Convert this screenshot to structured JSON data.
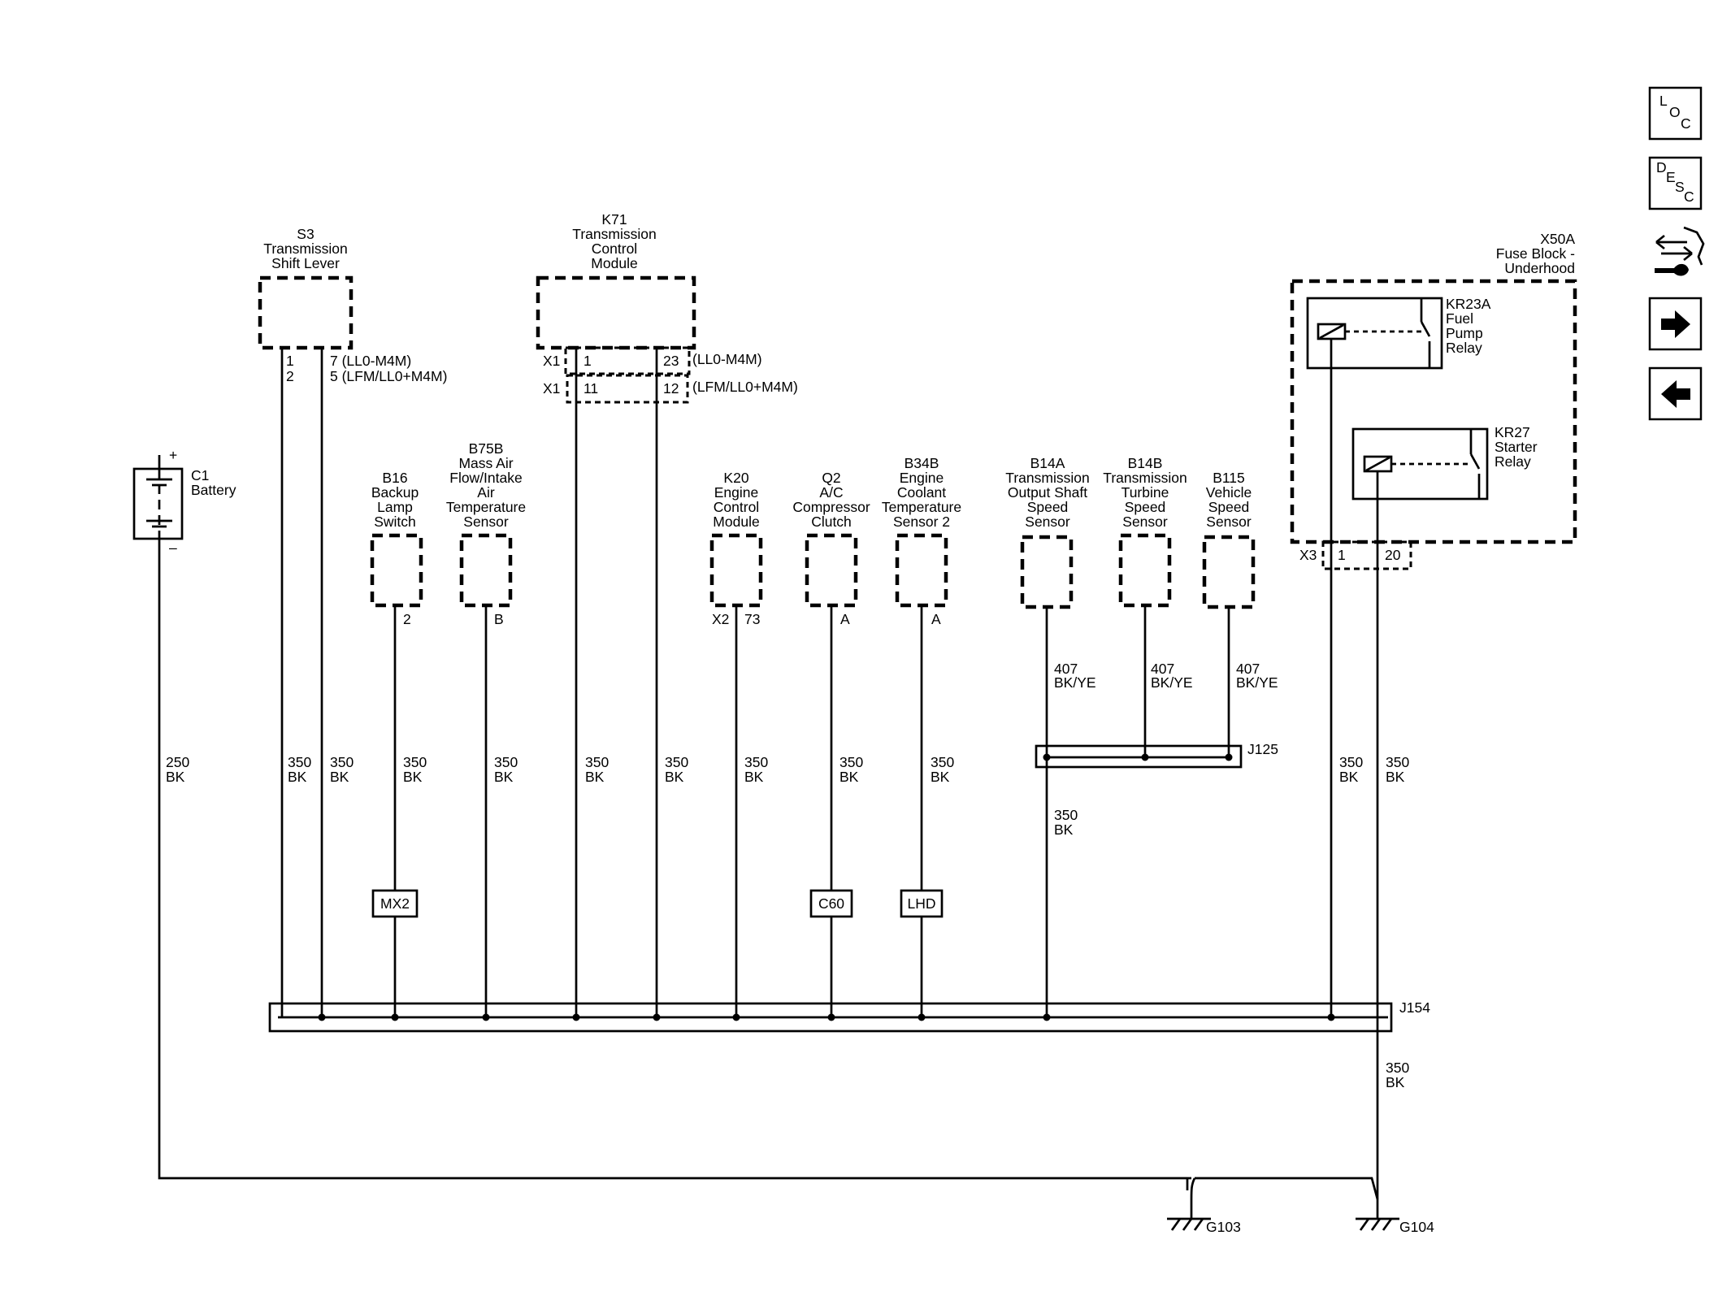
{
  "components": {
    "s3": {
      "id": "S3",
      "l1": "Transmission",
      "l2": "Shift Lever",
      "pin1": "1",
      "pin2": "2",
      "pin3": "7 (LL0-M4M)",
      "pin4": "5 (LFM/LL0+M4M)"
    },
    "k71": {
      "id": "K71",
      "l1": "Transmission",
      "l2": "Control",
      "l3": "Module",
      "x1a": "X1",
      "x1b": "X1",
      "p1": "1",
      "p2": "11",
      "p3": "23",
      "p4": "12",
      "o1": "(LL0-M4M)",
      "o2": "(LFM/LL0+M4M)"
    },
    "c1": {
      "id": "C1",
      "l1": "Battery",
      "plus": "+",
      "minus": "–"
    },
    "b16": {
      "id": "B16",
      "l1": "Backup",
      "l2": "Lamp",
      "l3": "Switch",
      "pin": "2"
    },
    "b75b": {
      "id": "B75B",
      "l1": "Mass Air",
      "l2": "Flow/Intake",
      "l3": "Air",
      "l4": "Temperature",
      "l5": "Sensor",
      "pin": "B"
    },
    "k20": {
      "id": "K20",
      "l1": "Engine",
      "l2": "Control",
      "l3": "Module",
      "conn": "X2",
      "pin": "73"
    },
    "q2": {
      "id": "Q2",
      "l1": "A/C",
      "l2": "Compressor",
      "l3": "Clutch",
      "pin": "A"
    },
    "b34b": {
      "id": "B34B",
      "l1": "Engine",
      "l2": "Coolant",
      "l3": "Temperature",
      "l4": "Sensor 2",
      "pin": "A"
    },
    "b14a": {
      "id": "B14A",
      "l1": "Transmission",
      "l2": "Output Shaft",
      "l3": "Speed",
      "l4": "Sensor"
    },
    "b14b": {
      "id": "B14B",
      "l1": "Transmission",
      "l2": "Turbine",
      "l3": "Speed",
      "l4": "Sensor"
    },
    "b115": {
      "id": "B115",
      "l1": "Vehicle",
      "l2": "Speed",
      "l3": "Sensor"
    },
    "x50a": {
      "id": "X50A",
      "l1": "Fuse Block -",
      "l2": "Underhood",
      "conn": "X3",
      "pin1": "1",
      "pin2": "20"
    },
    "kr23a": {
      "id": "KR23A",
      "l1": "Fuel",
      "l2": "Pump",
      "l3": "Relay"
    },
    "kr27": {
      "id": "KR27",
      "l1": "Starter",
      "l2": "Relay"
    }
  },
  "wires": {
    "c1": {
      "gauge": "250",
      "color": "BK"
    },
    "s3a": {
      "gauge": "350",
      "color": "BK"
    },
    "s3b": {
      "gauge": "350",
      "color": "BK"
    },
    "b16": {
      "gauge": "350",
      "color": "BK"
    },
    "b75b": {
      "gauge": "350",
      "color": "BK"
    },
    "k71a": {
      "gauge": "350",
      "color": "BK"
    },
    "k71b": {
      "gauge": "350",
      "color": "BK"
    },
    "k20": {
      "gauge": "350",
      "color": "BK"
    },
    "q2": {
      "gauge": "350",
      "color": "BK"
    },
    "b34b": {
      "gauge": "350",
      "color": "BK"
    },
    "b14a_up": {
      "gauge": "407",
      "color": "BK/YE"
    },
    "b14b_up": {
      "gauge": "407",
      "color": "BK/YE"
    },
    "b115_up": {
      "gauge": "407",
      "color": "BK/YE"
    },
    "j125_out": {
      "gauge": "350",
      "color": "BK"
    },
    "x50a_1": {
      "gauge": "350",
      "color": "BK"
    },
    "x50a_20": {
      "gauge": "350",
      "color": "BK"
    },
    "j154_out": {
      "gauge": "350",
      "color": "BK"
    }
  },
  "splices": {
    "j125": "J125",
    "j154": "J154"
  },
  "inline_connectors": {
    "mx2": "MX2",
    "c60": "C60",
    "lhd": "LHD"
  },
  "grounds": {
    "g103": "G103",
    "g104": "G104"
  },
  "nav": {
    "loc": {
      "l1": "L",
      "l2": "O",
      "l3": "C",
      "icon": "location-icon"
    },
    "desc": {
      "l1": "D",
      "l2": "E",
      "l3": "S",
      "l4": "C",
      "icon": "description-icon"
    },
    "service_icon": "connector-wrench-icon",
    "next_icon": "arrow-right-icon",
    "prev_icon": "arrow-left-icon"
  }
}
